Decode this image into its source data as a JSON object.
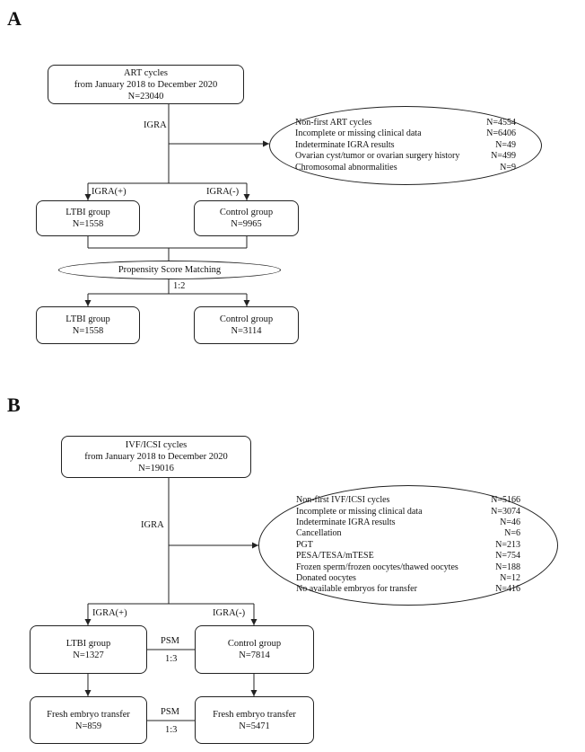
{
  "panel_a": {
    "letter": "A",
    "start": {
      "line1": "ART cycles",
      "line2": "from January 2018 to December 2020",
      "line3": "N=23040"
    },
    "igra_label": "IGRA",
    "exclusions": [
      {
        "reason": "Non-first ART cycles",
        "n": "N=4554"
      },
      {
        "reason": "Incomplete or missing clinical data",
        "n": "N=6406"
      },
      {
        "reason": "Indeterminate IGRA results",
        "n": "N=49"
      },
      {
        "reason": "Ovarian cyst/tumor or ovarian surgery history",
        "n": "N=499"
      },
      {
        "reason": "Chromosomal abnormalities",
        "n": "N=9"
      }
    ],
    "pos_label": "IGRA(+)",
    "neg_label": "IGRA(-)",
    "ltbi": {
      "line1": "LTBI group",
      "line2": "N=1558"
    },
    "control": {
      "line1": "Control group",
      "line2": "N=9965"
    },
    "psm": "Propensity Score Matching",
    "ratio": "1:2",
    "ltbi_matched": {
      "line1": "LTBI group",
      "line2": "N=1558"
    },
    "control_matched": {
      "line1": "Control group",
      "line2": "N=3114"
    }
  },
  "panel_b": {
    "letter": "B",
    "start": {
      "line1": "IVF/ICSI cycles",
      "line2": "from January 2018 to December 2020",
      "line3": "N=19016"
    },
    "igra_label": "IGRA",
    "exclusions": [
      {
        "reason": "Non-first IVF/ICSI cycles",
        "n": "N=5166"
      },
      {
        "reason": "Incomplete or missing clinical data",
        "n": "N=3074"
      },
      {
        "reason": "Indeterminate IGRA results",
        "n": "N=46"
      },
      {
        "reason": "Cancellation",
        "n": "N=6"
      },
      {
        "reason": "PGT",
        "n": "N=213"
      },
      {
        "reason": "PESA/TESA/mTESE",
        "n": "N=754"
      },
      {
        "reason": "Frozen sperm/frozen oocytes/thawed oocytes",
        "n": "N=188"
      },
      {
        "reason": "Donated oocytes",
        "n": "N=12"
      },
      {
        "reason": "No available embryos for transfer",
        "n": "N=416"
      }
    ],
    "pos_label": "IGRA(+)",
    "neg_label": "IGRA(-)",
    "ltbi": {
      "line1": "LTBI group",
      "line2": "N=1327"
    },
    "control": {
      "line1": "Control group",
      "line2": "N=7814"
    },
    "psm_label_1": "PSM",
    "ratio_1": "1:3",
    "fresh_ltbi": {
      "line1": "Fresh embryo transfer",
      "line2": "N=859"
    },
    "fresh_control": {
      "line1": "Fresh embryo transfer",
      "line2": "N=5471"
    },
    "psm_label_2": "PSM",
    "ratio_2": "1:3"
  }
}
